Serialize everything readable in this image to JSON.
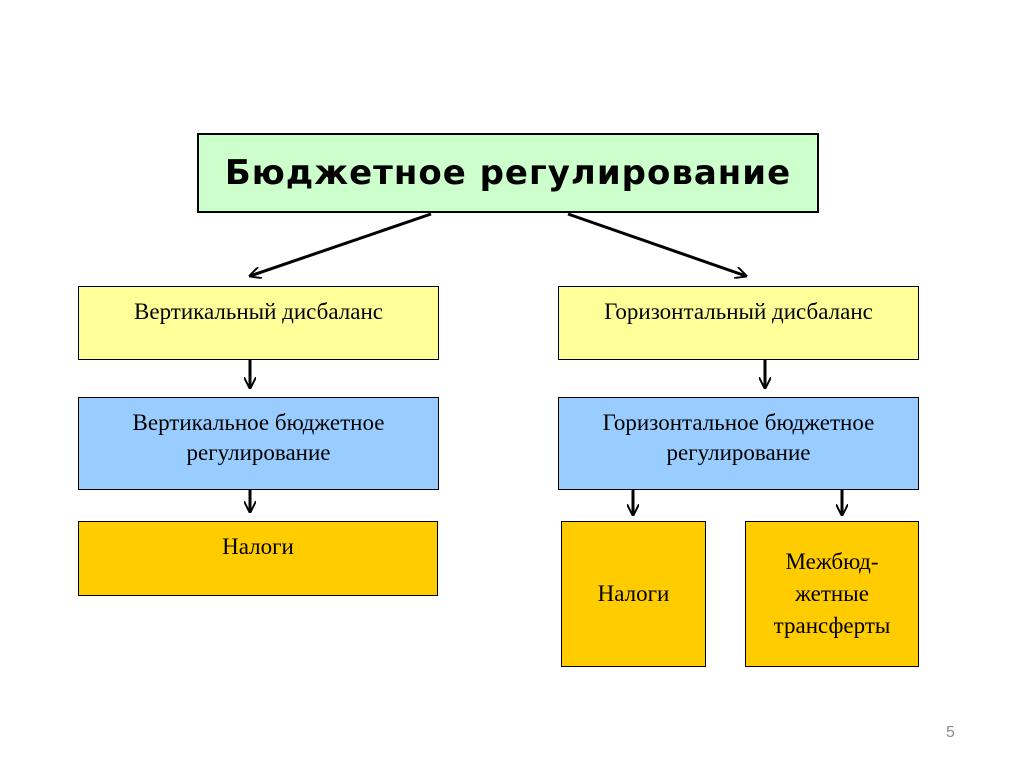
{
  "title": "Бюджетное регулирование",
  "branches": {
    "left": {
      "imbalance": "Вертикальный дисбаланс",
      "regulation_line1": "Вертикальное бюджетное",
      "regulation_line2": "регулирование",
      "taxes": "Налоги"
    },
    "right": {
      "imbalance": "Горизонтальный дисбаланс",
      "regulation_line1": "Горизонтальное бюджетное",
      "regulation_line2": "регулирование",
      "taxes": "Налоги",
      "transfers_line1": "Межбюд-",
      "transfers_line2": "жетные",
      "transfers_line3": "трансферты"
    }
  },
  "page_number": "5",
  "colors": {
    "title_fill": "#ccffcc",
    "imbalance_fill": "#ffff99",
    "regulation_fill": "#99ccff",
    "instrument_fill": "#ffcc00",
    "border": "#000000"
  }
}
